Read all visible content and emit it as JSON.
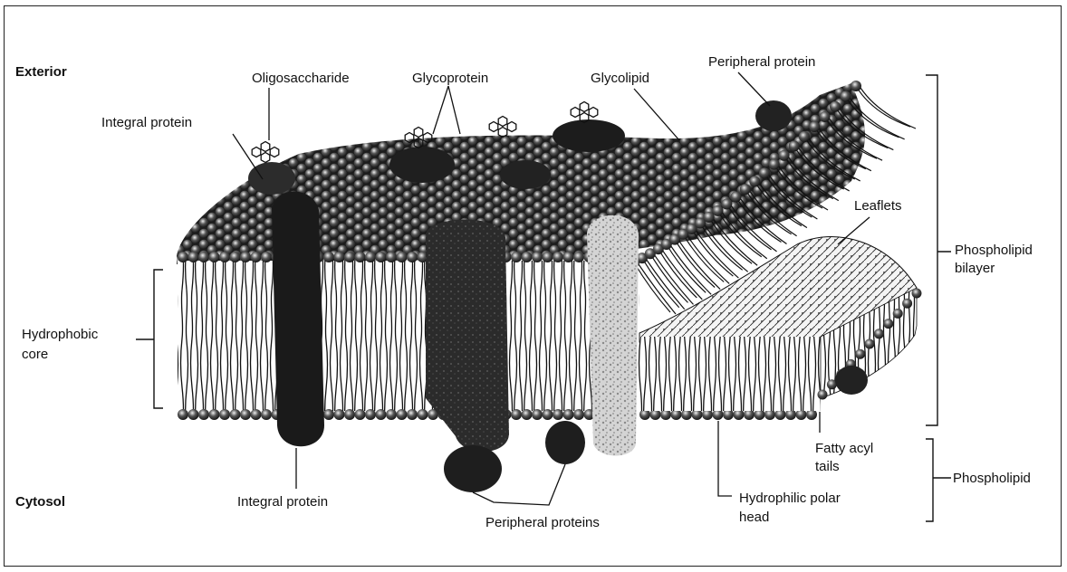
{
  "labels": {
    "exterior": "Exterior",
    "cytosol": "Cytosol",
    "oligosaccharide": "Oligosaccharide",
    "glycoprotein": "Glycoprotein",
    "glycolipid": "Glycolipid",
    "peripheral_protein": "Peripheral protein",
    "integral_protein_top": "Integral protein",
    "integral_protein_bottom": "Integral protein",
    "leaflets": "Leaflets",
    "phospholipid_bilayer_line1": "Phospholipid",
    "phospholipid_bilayer_line2": "bilayer",
    "hydrophobic_core_line1": "Hydrophobic",
    "hydrophobic_core_line2": "core",
    "fatty_acyl_tails_line1": "Fatty acyl",
    "fatty_acyl_tails_line2": "tails",
    "phospholipid": "Phospholipid",
    "hydrophilic_polar_head_line1": "Hydrophilic polar",
    "hydrophilic_polar_head_line2": "head",
    "peripheral_proteins": "Peripheral proteins"
  },
  "colors": {
    "protein_dark": "#1c1c1c",
    "protein_mid": "#3a3a3a",
    "protein_light": "#c9c9c9",
    "head_fill": "#2a2a2a",
    "line": "#111111"
  }
}
